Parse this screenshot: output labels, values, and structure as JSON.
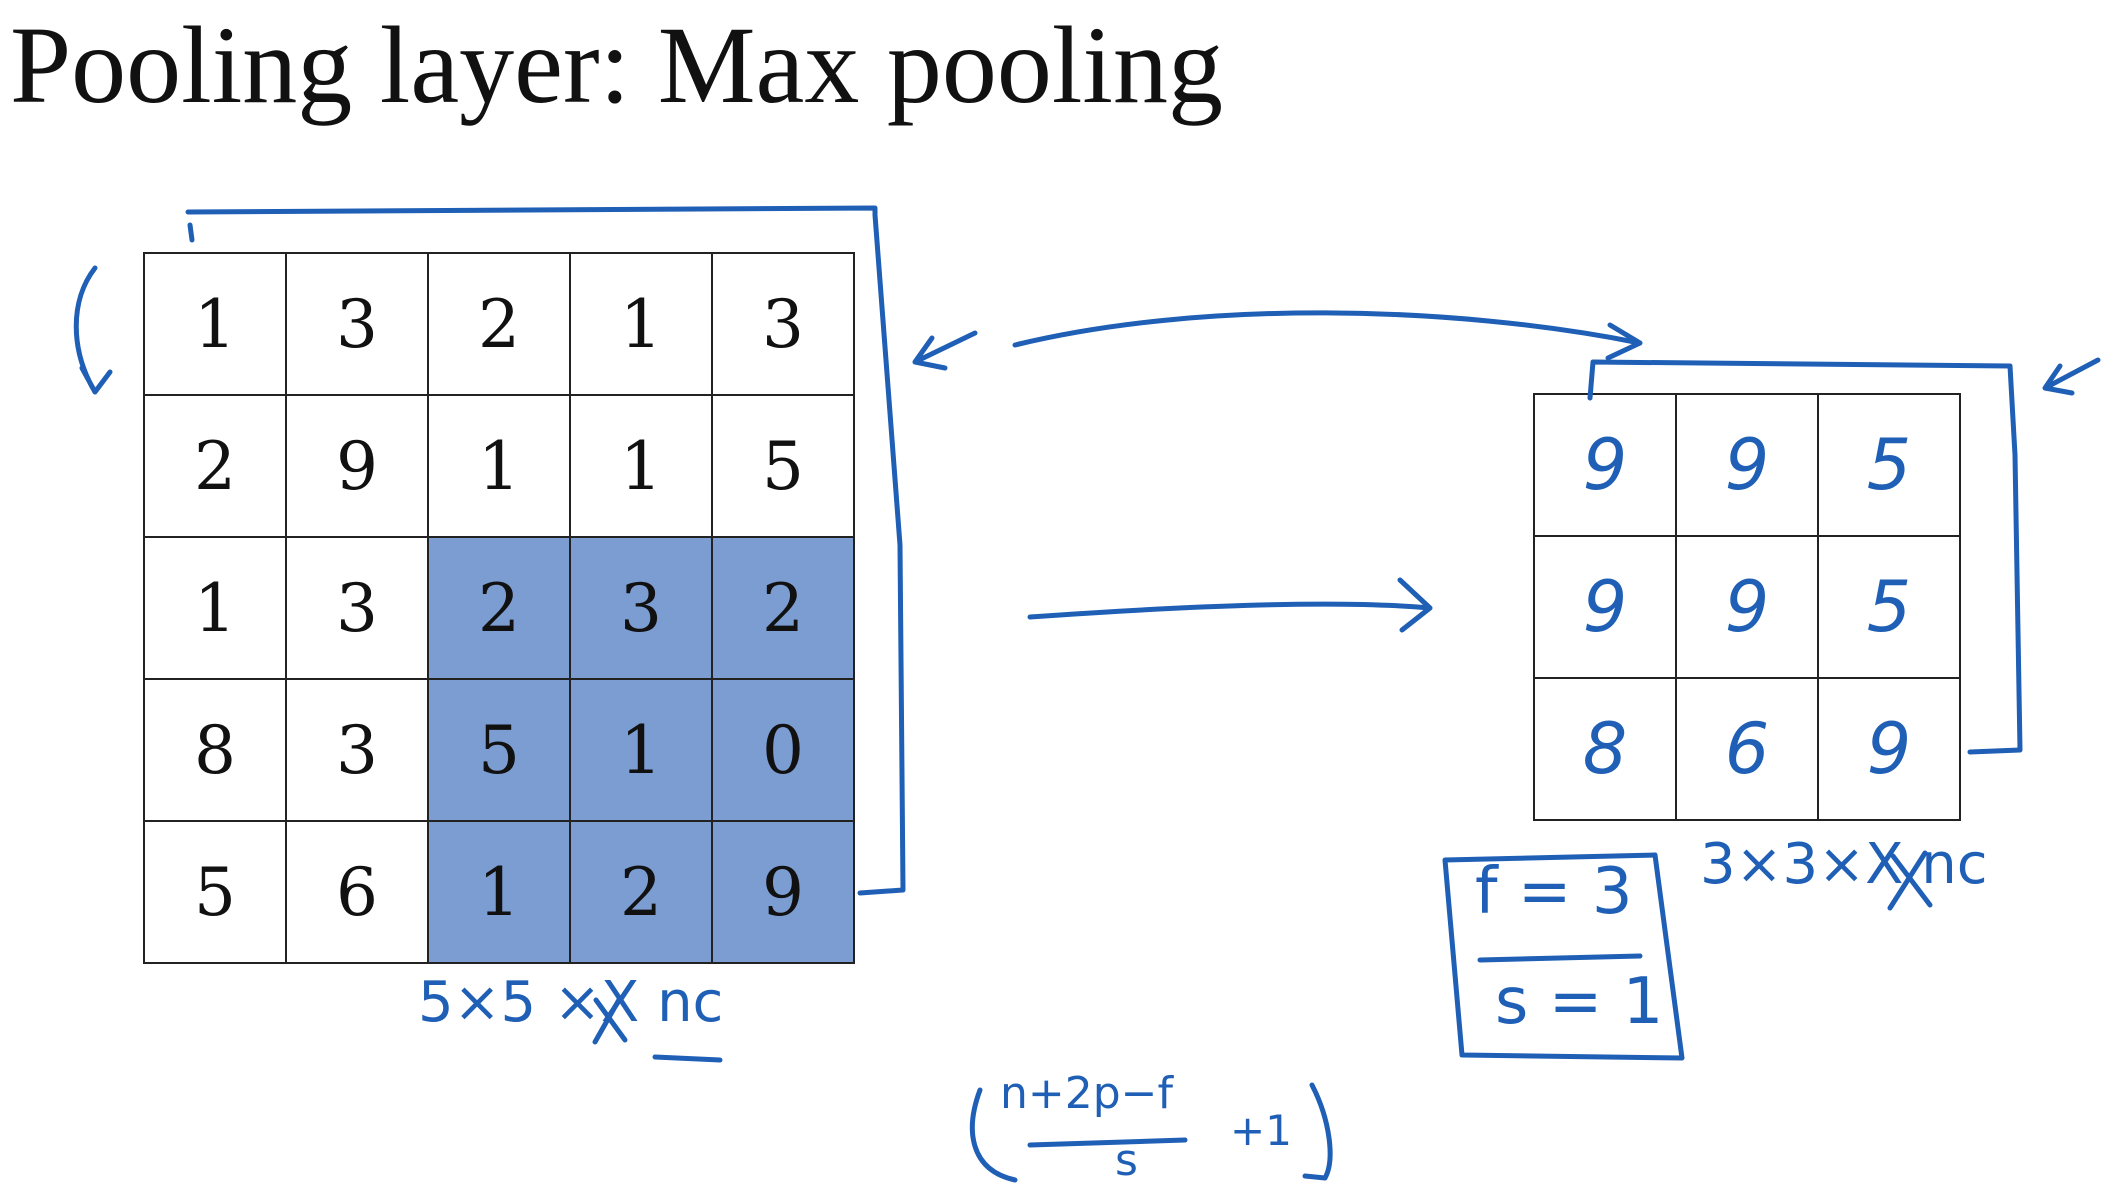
{
  "title": "Pooling layer: Max pooling",
  "input_grid": {
    "rows": [
      [
        "1",
        "3",
        "2",
        "1",
        "3"
      ],
      [
        "2",
        "9",
        "1",
        "1",
        "5"
      ],
      [
        "1",
        "3",
        "2",
        "3",
        "2"
      ],
      [
        "8",
        "3",
        "5",
        "1",
        "0"
      ],
      [
        "5",
        "6",
        "1",
        "2",
        "9"
      ]
    ],
    "highlight_color": "#7b9dd2"
  },
  "output_grid": {
    "rows": [
      [
        "9",
        "9",
        "5"
      ],
      [
        "9",
        "9",
        "5"
      ],
      [
        "8",
        "6",
        "9"
      ]
    ]
  },
  "annotations": {
    "input_dims": "5×5 ×X nc",
    "output_dims": "3×3×X nc",
    "f_label": "f = 3",
    "s_label": "s = 1",
    "formula_num": "n+2p−f",
    "formula_den": "s",
    "formula_tail": "+1"
  },
  "ink_color": "#1f5fb5"
}
